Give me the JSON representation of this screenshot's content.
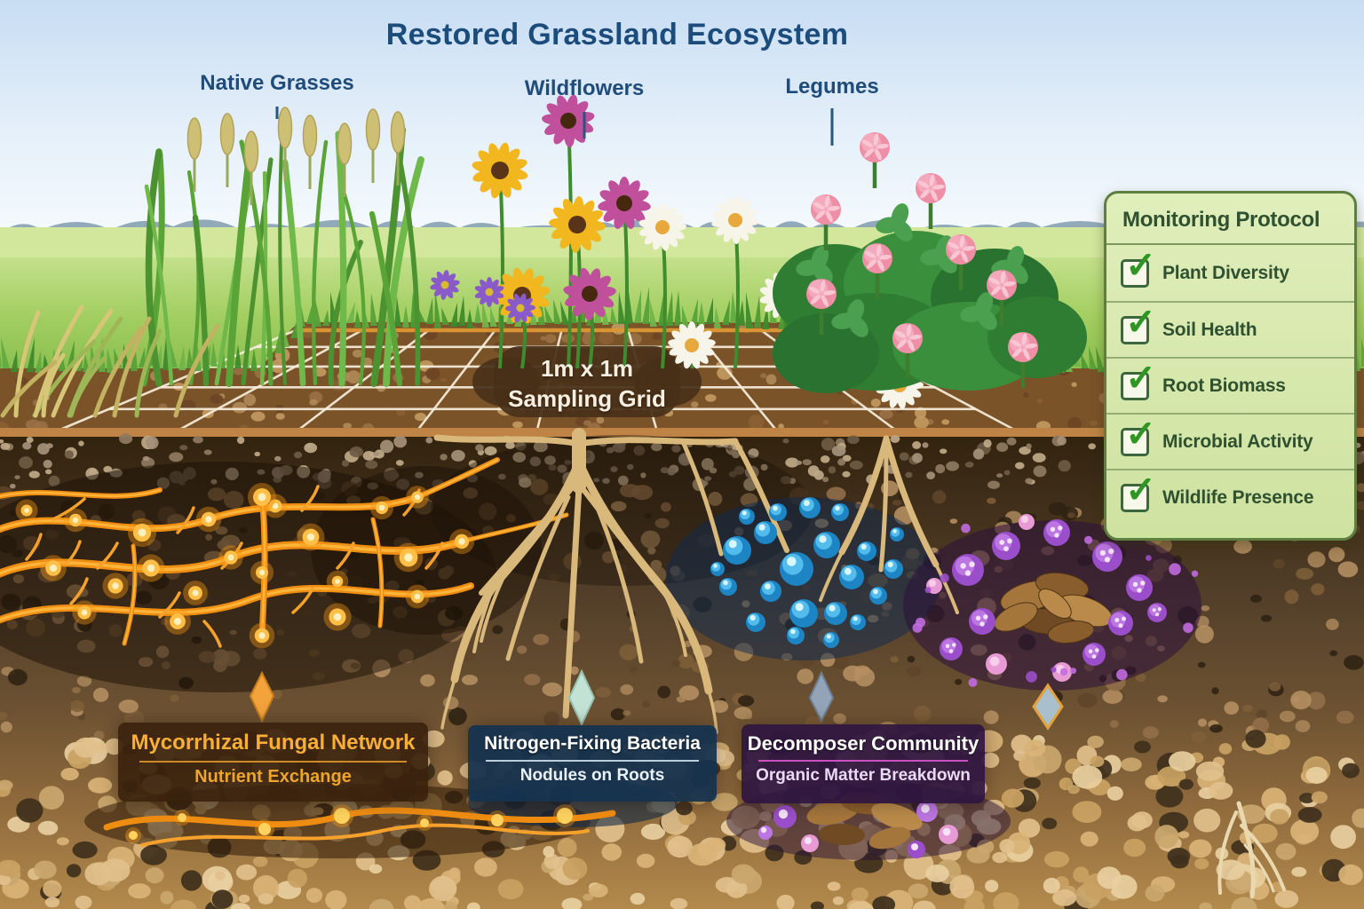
{
  "title": "Restored Grassland Ecosystem",
  "plant_labels": [
    {
      "label": "Native Grasses"
    },
    {
      "label": "Wildflowers"
    },
    {
      "label": "Legumes"
    }
  ],
  "sampling_grid": {
    "line1": "1m x 1m",
    "line2": "Sampling Grid"
  },
  "monitoring_panel": {
    "title": "Monitoring Protocol",
    "check_glyph": "✓",
    "items": [
      {
        "label": "Plant Diversity",
        "checked": true
      },
      {
        "label": "Soil Health",
        "checked": true
      },
      {
        "label": "Root Biomass",
        "checked": true
      },
      {
        "label": "Microbial Activity",
        "checked": true
      },
      {
        "label": "Wildlife Presence",
        "checked": true
      }
    ]
  },
  "underground_labels": [
    {
      "title": "Mycorrhizal Fungal Network",
      "subtitle": "Nutrient Exchange"
    },
    {
      "title": "Nitrogen-Fixing Bacteria",
      "subtitle": "Nodules on Roots"
    },
    {
      "title": "Decomposer Community",
      "subtitle": "Organic Matter Breakdown"
    }
  ],
  "colors": {
    "title_text": "#1c4c7c",
    "label_text": "#1f4c7a",
    "panel_bg": "#d9e9ae",
    "panel_border": "#5f7f41",
    "panel_text": "#2f5130",
    "check_green": "#2f9623",
    "myco_accent": "#f9ae35",
    "nitrogen_banner_bg": "#15324f",
    "decomposer_divider": "#c94fc2",
    "mycorrhizal_network": "#ef8d12",
    "bacteria_nodules": "#1d85c4",
    "decomposer_purple": "#9b4ec9",
    "grid_line": "#f6efdc"
  }
}
